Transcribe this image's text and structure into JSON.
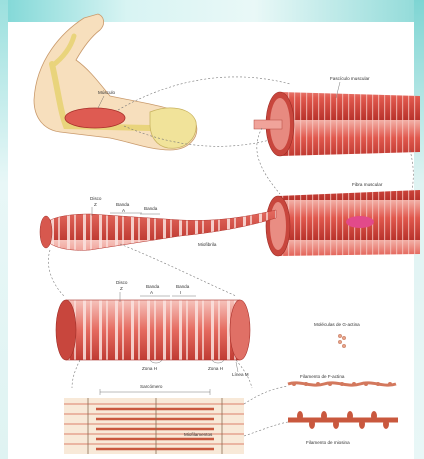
{
  "labels": {
    "muscle": "Músculo",
    "fascicle": "Fascículo muscular",
    "fiber": "Fibra muscular",
    "myofibril": "Miofibrila",
    "disc1": "Disco",
    "disc1_letter": "Z",
    "band1": "Banda",
    "band1_letter": "A",
    "band2": "Banda",
    "band2_letter": "I",
    "disc2": "Disco",
    "disc2_letter": "Z",
    "band3": "Banda",
    "band3_letter": "A",
    "band4": "Banda",
    "band4_letter": "I",
    "zone_h_left": "Zona H",
    "zone_h_right": "Zona H",
    "line_m": "Línea M",
    "sarcomere": "Sarcómero",
    "myofilaments": "Miofilamentos",
    "actin_molecules": "Moléculas de G-actina",
    "actin_filament": "Filamento de F-actina",
    "myosin_filament": "Filamento de miosina"
  },
  "colors": {
    "muscle_red": "#d9534a",
    "muscle_light": "#f2a9a2",
    "skin": "#f7e0c0",
    "bone": "#f3e6a3",
    "fiber_pink": "#e24a8a",
    "accent_teal": "#7fd7d6"
  }
}
